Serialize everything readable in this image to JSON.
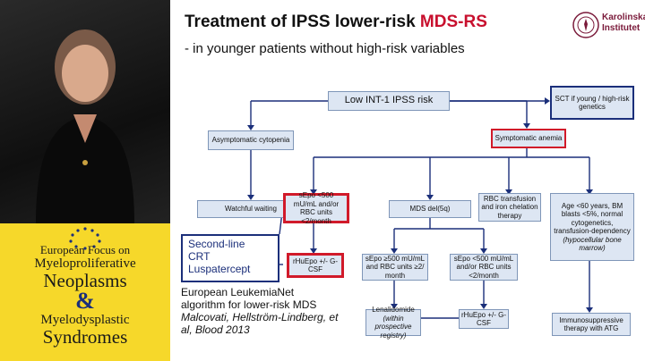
{
  "sidebar": {
    "line1": "European Focus on",
    "line2": "Myeloproliferative",
    "line3": "Neoplasms",
    "line4": "&",
    "line5": "Myelodysplastic",
    "line6": "Syndromes"
  },
  "slide": {
    "title_prefix": "Treatment of IPSS lower-risk ",
    "title_highlight": "MDS-RS",
    "subtitle": "- in younger patients without high-risk variables",
    "logo": {
      "line1": "Karolinska",
      "line2": "Institutet",
      "seal_text": "KAROLINSKA INSTITUTET"
    },
    "colors": {
      "highlight": "#c8102e",
      "navy": "#1b2f7a",
      "sidebar": "#f6d82a",
      "box_fill": "#dde6f3"
    }
  },
  "flow": {
    "root": "Low INT-1 IPSS risk",
    "sct": "SCT if young / high-risk genetics",
    "asymptomatic": "Asymptomatic cytopenia",
    "watchful": "Watchful waiting",
    "symptomatic": "Symptomatic anemia",
    "sepo_low": "sEpo <500 mU/mL and/or RBC units <2/month",
    "rhuepo_gcsf": "rHuEpo +/- G-CSF",
    "mds_del5q": "MDS del(5q)",
    "rbc_transfusion": "RBC transfusion and iron chelation therapy",
    "age_box_main": "Age <60 years, BM blasts <5%, normal cytogenetics, transfusion-dependency",
    "age_box_italic": "(hypocellular bone marrow)",
    "sepo_high_2": "sEpo ≥500 mU/mL and RBC units ≥2/ month",
    "sepo_low_2": "sEpo <500 mU/mL and/or RBC units <2/month",
    "lenalidomide": "Lenalidomide",
    "lenalidomide_note": "(within prospective registry)",
    "rhuepo_gcsf_2": "rHuEpo +/- G-CSF",
    "immunosuppressive": "Immunosuppressive therapy with ATG"
  },
  "legend": {
    "line1": "Second-line",
    "line2": "CRT",
    "line3": "Luspatercept"
  },
  "reference": {
    "line1": "European LeukemiaNet",
    "line2": "algorithm for lower-risk MDS",
    "citation": "Malcovati, Hellström-Lindberg, et al, Blood 2013"
  }
}
